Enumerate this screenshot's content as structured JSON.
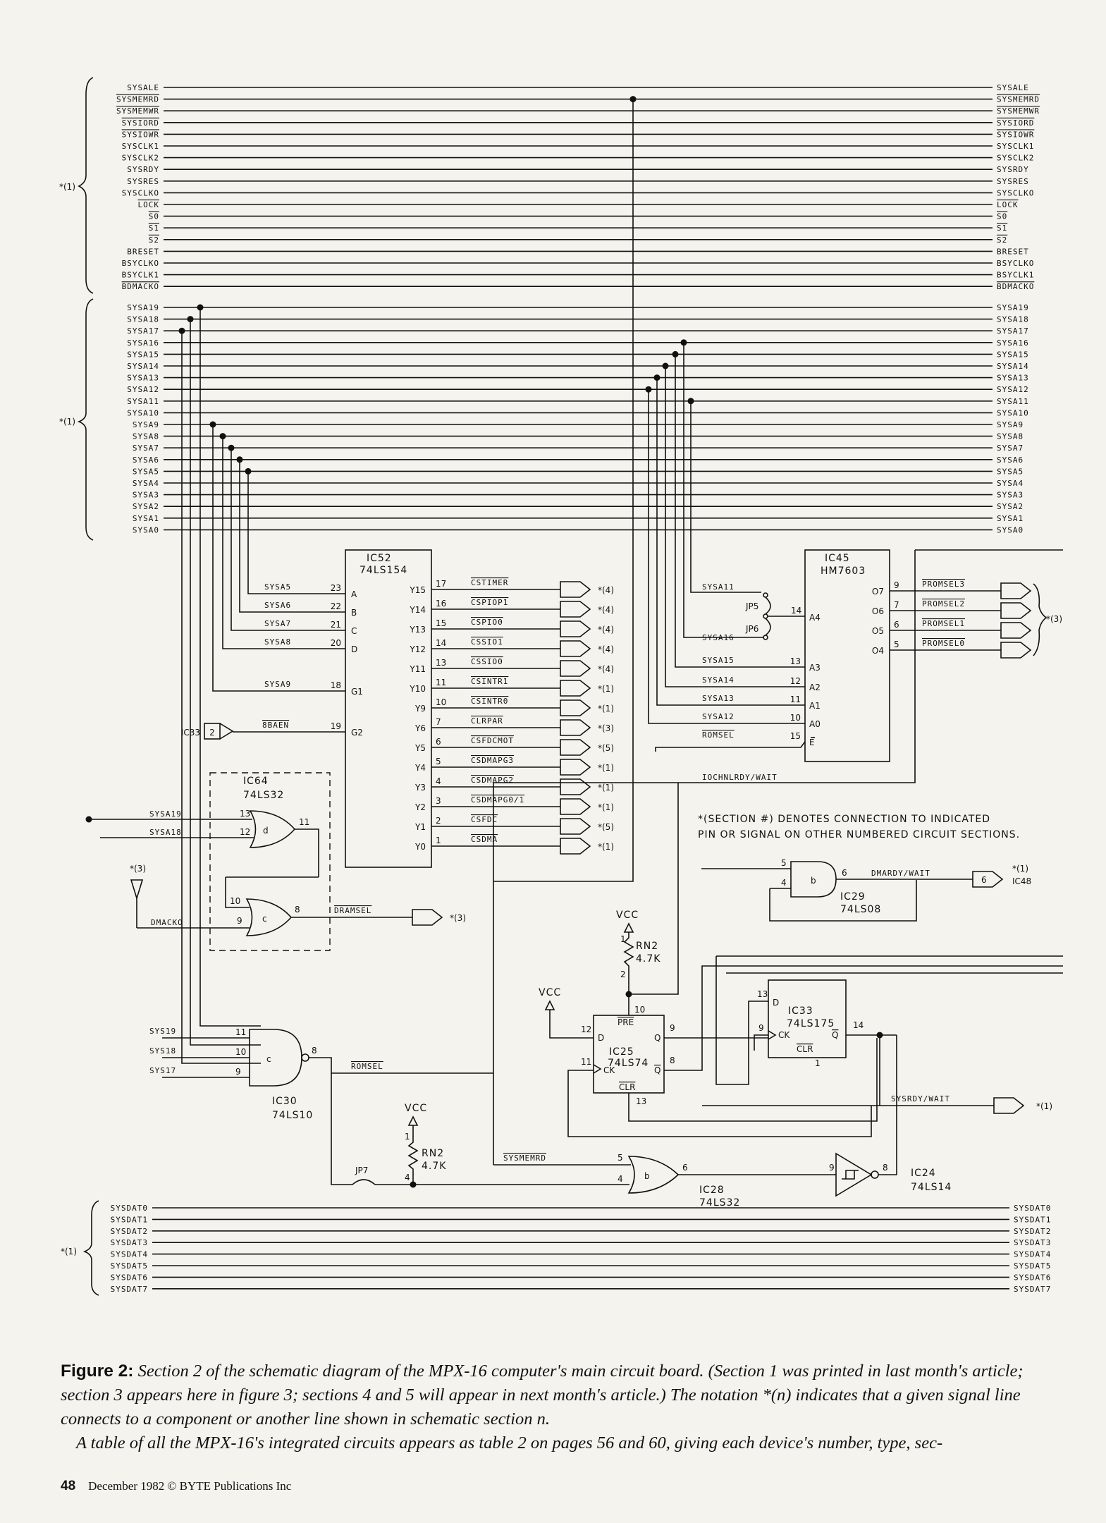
{
  "control_signals_left": [
    "SYSALE",
    "SYSMEMRD",
    "SYSMEMWR",
    "SYSIORD",
    "SYSIOWR",
    "SYSCLK1",
    "SYSCLK2",
    "SYSRDY",
    "SYSRES",
    "SYSCLKO",
    "LOCK",
    "S0",
    "S1",
    "S2",
    "BRESET",
    "BSYCLKO",
    "BSYCLK1",
    "BDMACKO"
  ],
  "control_signals_right": [
    "SYSALE",
    "SYSMEMRD",
    "SYSMEMWR",
    "SYSIORD",
    "SYSIOWR",
    "SYSCLK1",
    "SYSCLK2",
    "SYSRDY",
    "SYSRES",
    "SYSCLKO",
    "LOCK",
    "S0",
    "S1",
    "S2",
    "BRESET",
    "BSYCLKO",
    "BSYCLK1",
    "BDMACKO"
  ],
  "address_signals": [
    "SYSA19",
    "SYSA18",
    "SYSA17",
    "SYSA16",
    "SYSA15",
    "SYSA14",
    "SYSA13",
    "SYSA12",
    "SYSA11",
    "SYSA10",
    "SYSA9",
    "SYSA8",
    "SYSA7",
    "SYSA6",
    "SYSA5",
    "SYSA4",
    "SYSA3",
    "SYSA2",
    "SYSA1",
    "SYSA0"
  ],
  "data_signals": [
    "SYSDAT0",
    "SYSDAT1",
    "SYSDAT2",
    "SYSDAT3",
    "SYSDAT4",
    "SYSDAT5",
    "SYSDAT6",
    "SYSDAT7"
  ],
  "bus_refs": {
    "control": "*(1)",
    "address": "*(1)",
    "data": "*(1)"
  },
  "ic52": {
    "name": "IC52",
    "type": "74LS154",
    "inputs": [
      {
        "signal": "SYSA5",
        "pin": "23",
        "port": "A"
      },
      {
        "signal": "SYSA6",
        "pin": "22",
        "port": "B"
      },
      {
        "signal": "SYSA7",
        "pin": "21",
        "port": "C"
      },
      {
        "signal": "SYSA8",
        "pin": "20",
        "port": "D"
      },
      {
        "signal": "SYSA9",
        "pin": "18",
        "port": "G1"
      },
      {
        "signal": "8BAEN",
        "pin": "19",
        "port": "G2"
      }
    ],
    "outputs": [
      {
        "port": "Y15",
        "pin": "17",
        "signal": "CSTIMER",
        "ref": "*(4)"
      },
      {
        "port": "Y14",
        "pin": "16",
        "signal": "CSPIOP1",
        "ref": "*(4)"
      },
      {
        "port": "Y13",
        "pin": "15",
        "signal": "CSPIO0",
        "ref": "*(4)"
      },
      {
        "port": "Y12",
        "pin": "14",
        "signal": "CSSIO1",
        "ref": "*(4)"
      },
      {
        "port": "Y11",
        "pin": "13",
        "signal": "CSSIO0",
        "ref": "*(4)"
      },
      {
        "port": "Y10",
        "pin": "11",
        "signal": "CSINTR1",
        "ref": "*(1)"
      },
      {
        "port": "Y9",
        "pin": "10",
        "signal": "CSINTR0",
        "ref": "*(1)"
      },
      {
        "port": "Y6",
        "pin": "7",
        "signal": "CLRPAR",
        "ref": "*(3)"
      },
      {
        "port": "Y5",
        "pin": "6",
        "signal": "CSFDCMOT",
        "ref": "*(5)"
      },
      {
        "port": "Y4",
        "pin": "5",
        "signal": "CSDMAPG3",
        "ref": "*(1)"
      },
      {
        "port": "Y3",
        "pin": "4",
        "signal": "CSDMAPG2",
        "ref": "*(1)"
      },
      {
        "port": "Y2",
        "pin": "3",
        "signal": "CSDMAPG0/1",
        "ref": "*(1)"
      },
      {
        "port": "Y1",
        "pin": "2",
        "signal": "CSFDC",
        "ref": "*(5)"
      },
      {
        "port": "Y0",
        "pin": "1",
        "signal": "CSDMA",
        "ref": "*(1)"
      }
    ],
    "ic33_ref": {
      "name": "IC33",
      "pin": "2"
    }
  },
  "ic45": {
    "name": "IC45",
    "type": "HM7603",
    "inputs": [
      {
        "signal": "SYSA11",
        "pin": "",
        "port": ""
      },
      {
        "signal": "SYSA16",
        "pin": "14",
        "port": "A4"
      },
      {
        "signal": "SYSA15",
        "pin": "13",
        "port": "A3"
      },
      {
        "signal": "SYSA14",
        "pin": "12",
        "port": "A2"
      },
      {
        "signal": "SYSA13",
        "pin": "11",
        "port": "A1"
      },
      {
        "signal": "SYSA12",
        "pin": "10",
        "port": "A0"
      },
      {
        "signal": "ROMSEL",
        "pin": "15",
        "port": "E"
      }
    ],
    "jumpers": [
      "JP5",
      "JP6"
    ],
    "outputs": [
      {
        "port": "O7",
        "pin": "9",
        "signal": "PROMSEL3"
      },
      {
        "port": "O6",
        "pin": "7",
        "signal": "PROMSEL2"
      },
      {
        "port": "O5",
        "pin": "6",
        "signal": "PROMSEL1"
      },
      {
        "port": "O4",
        "pin": "5",
        "signal": "PROMSEL0"
      }
    ],
    "ref": "*(3)"
  },
  "ic64": {
    "name": "IC64",
    "type": "74LS32",
    "gate_d": {
      "label": "d",
      "in1_signal": "SYSA19",
      "in1_pin": "13",
      "in2_signal": "SYSA18",
      "in2_pin": "12",
      "out_pin": "11"
    },
    "gate_c": {
      "label": "c",
      "in1_pin": "10",
      "in2_pin": "9",
      "in2_signal": "DMACKO",
      "out_pin": "8",
      "out_signal": "DRAMSEL",
      "out_ref": "*(3)"
    },
    "dmacko_ref": "*(3)"
  },
  "ic30": {
    "name": "IC30",
    "type": "74LS10",
    "gate": "c",
    "inputs": [
      {
        "signal": "SYS19",
        "pin": "11"
      },
      {
        "signal": "SYS18",
        "pin": "10"
      },
      {
        "signal": "SYS17",
        "pin": "9"
      }
    ],
    "out_pin": "8",
    "out_signal": "ROMSEL"
  },
  "ic29": {
    "name": "IC29",
    "type": "74LS08",
    "gate": "b",
    "in_pins": [
      "5",
      "4"
    ],
    "out_pin": "6",
    "out_signal": "DMARDY/WAIT",
    "dest_pin": "6",
    "dest_ref": "*(1)",
    "dest_ic": "IC48"
  },
  "ic25": {
    "name": "IC25",
    "type": "74LS74",
    "d_pin": "12",
    "ck_pin": "11",
    "pre_pin": "10",
    "clr_pin": "13",
    "q_pin": "9",
    "qbar_pin": "8",
    "pre": "PRE",
    "clr": "CLR",
    "d": "D",
    "ck": "CK",
    "q": "Q",
    "qbar": "Q"
  },
  "ic33": {
    "name": "IC33",
    "type": "74LS175",
    "d_pin": "13",
    "ck_pin": "9",
    "q_pin": "14",
    "clr_pin": "1",
    "clr": "CLR",
    "d": "D",
    "ck": "CK",
    "q": "Q"
  },
  "ic28": {
    "name": "IC28",
    "type": "74LS32",
    "gate": "b",
    "in_pins": [
      "5",
      "4"
    ],
    "out_pin": "6",
    "in_signal": "SYSMEMRD"
  },
  "ic24": {
    "name": "IC24",
    "type": "74LS14",
    "in_pin": "9",
    "out_pin": "8"
  },
  "rn2_top": {
    "name": "RN2",
    "value": "4.7K",
    "pin1": "1",
    "pin2": "2",
    "vcc": "VCC"
  },
  "rn2_bottom": {
    "name": "RN2",
    "value": "4.7K",
    "pin1": "1",
    "pin2": "4",
    "vcc": "VCC"
  },
  "vcc_ff": "VCC",
  "jp7": "JP7",
  "iochnlrdy": "IOCHNLRDY/WAIT",
  "sysrdy_wait": {
    "signal": "SYSRDY/WAIT",
    "ref": "*(1)"
  },
  "note": "*(SECTION #) DENOTES CONNECTION TO INDICATED PIN OR SIGNAL ON OTHER NUMBERED CIRCUIT SECTIONS.",
  "caption": {
    "label": "Figure 2:",
    "text": "Section 2 of the schematic diagram of the MPX-16 computer's main circuit board. (Section 1 was printed in last month's article; section 3 appears here in figure 3; sections 4 and 5 will appear in next month's article.) The notation *(n) indicates that a given signal line connects to a component or another line shown in schematic section n.",
    "p2": "A table of all the MPX-16's integrated circuits appears as table 2 on pages 56 and 60, giving each device's number, type, sec-"
  },
  "footer": {
    "page": "48",
    "text": "December 1982 © BYTE Publications Inc"
  }
}
